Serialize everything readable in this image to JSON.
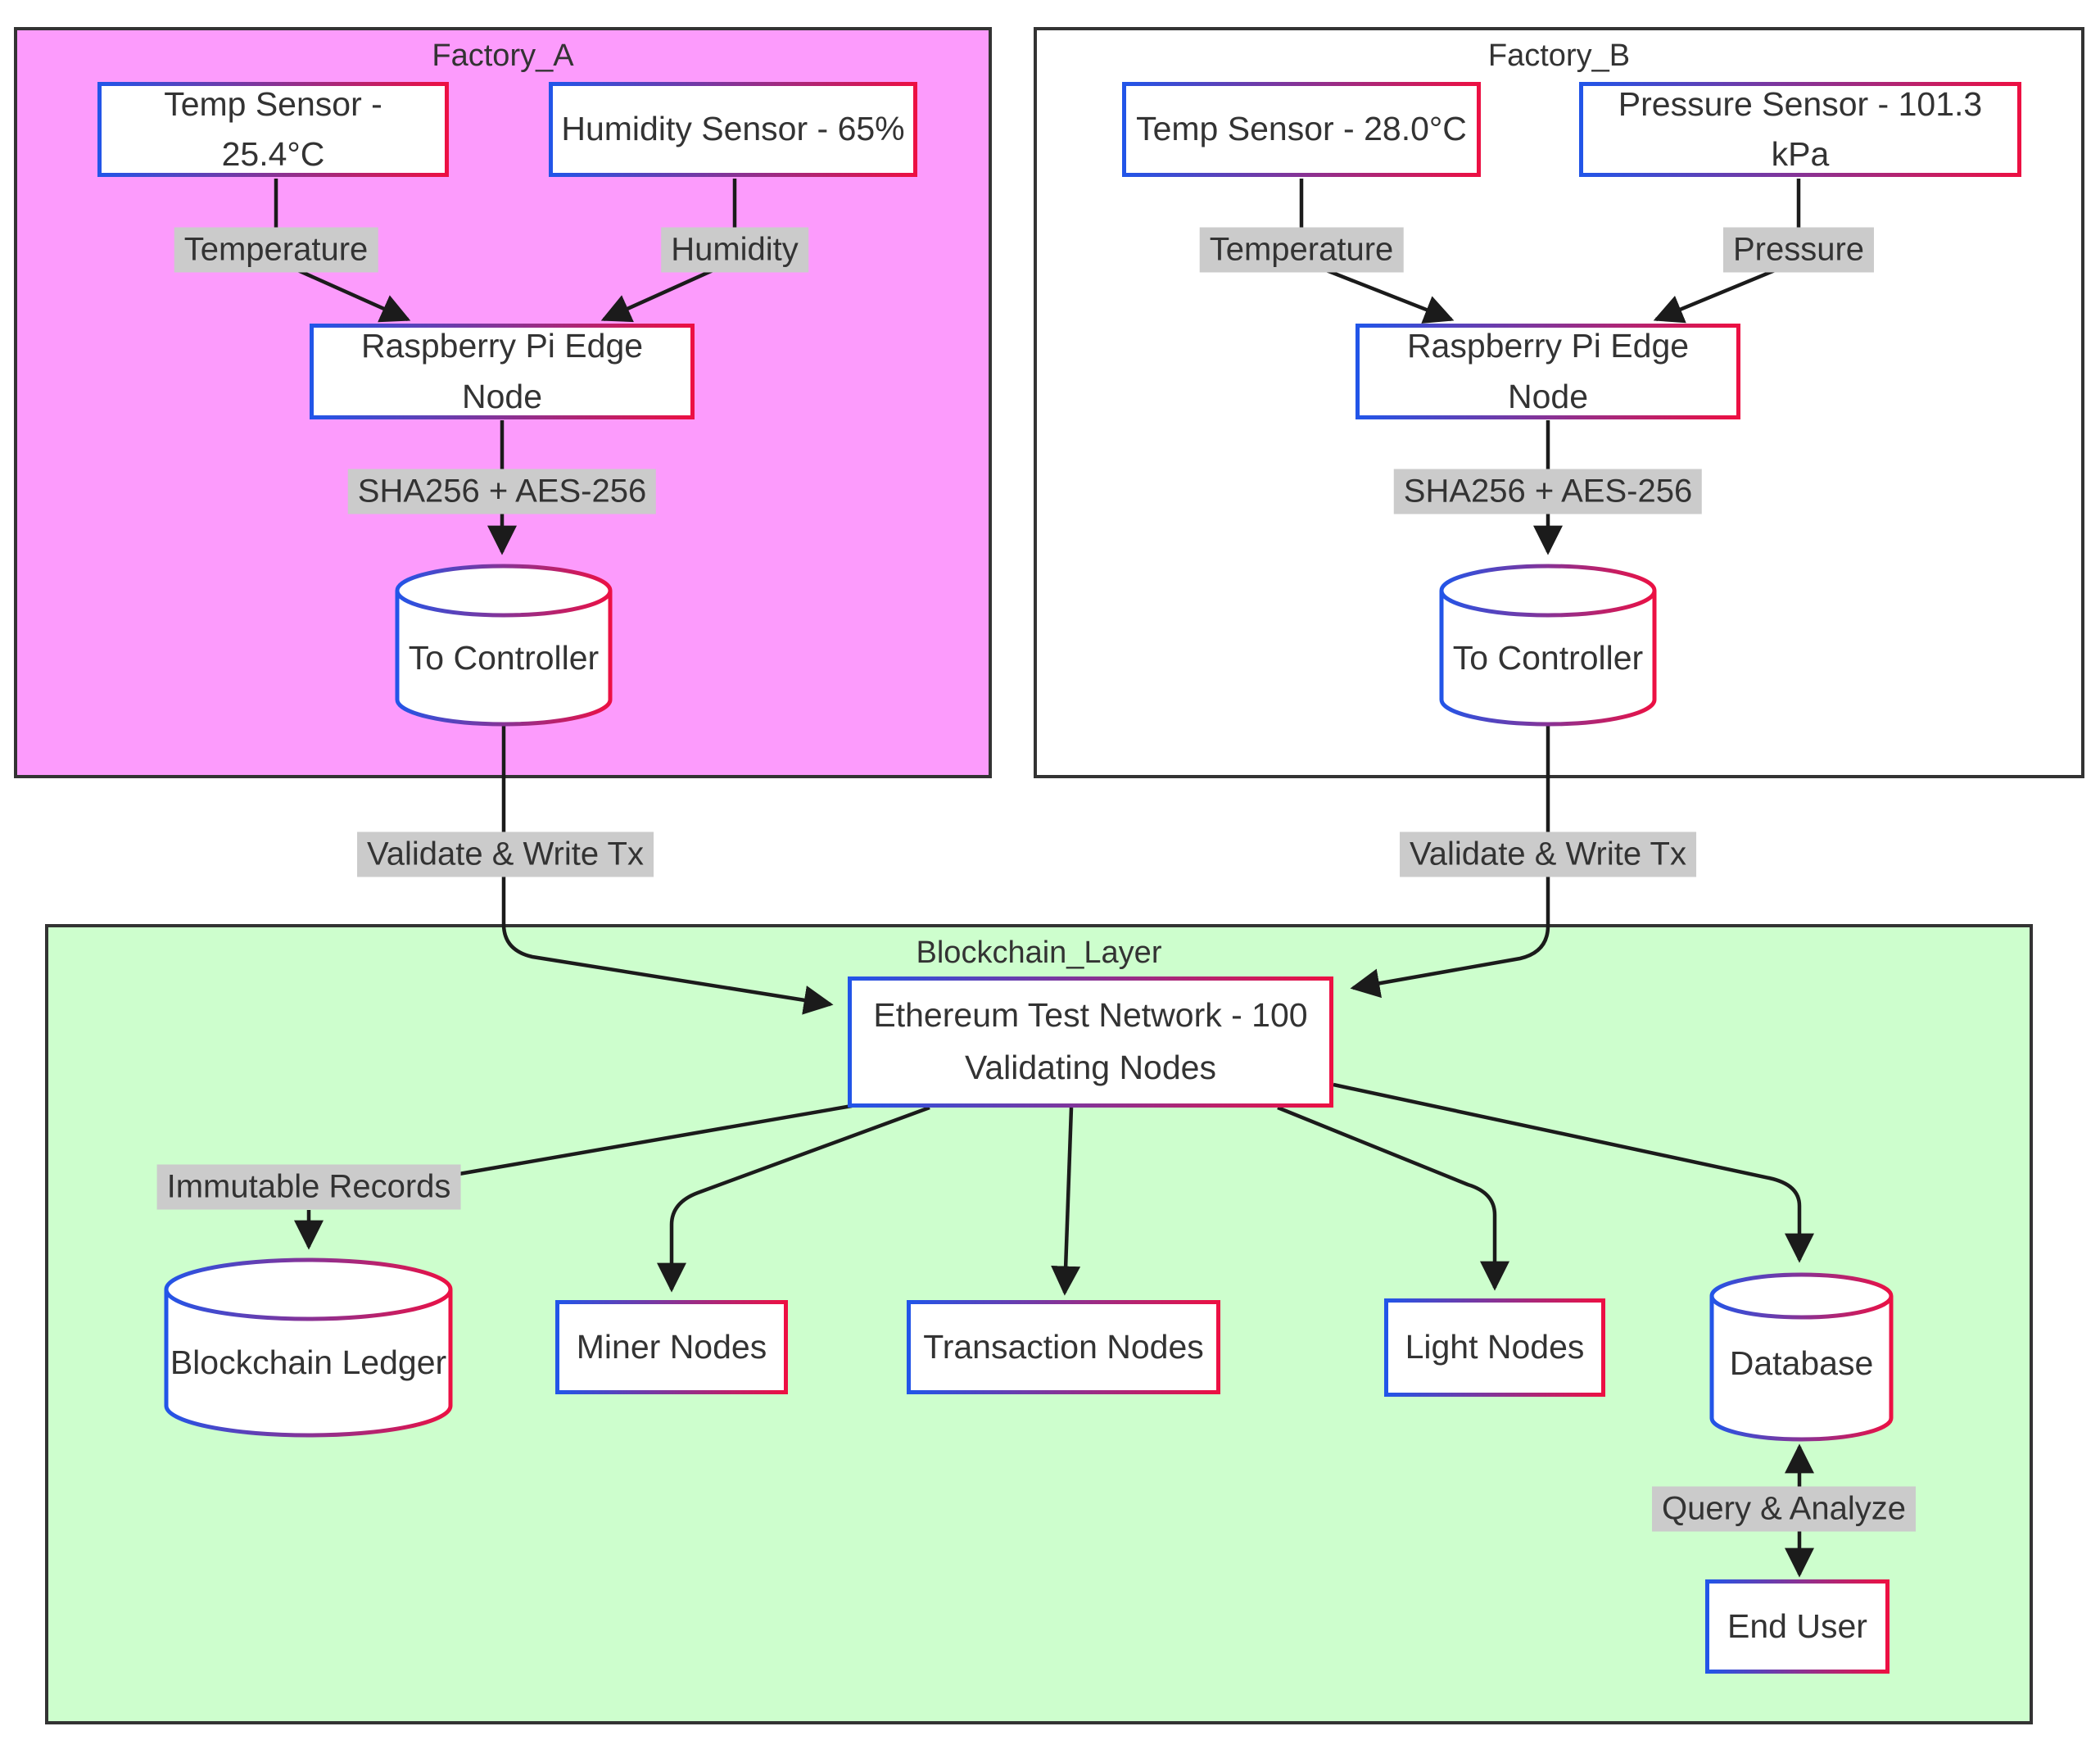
{
  "colors": {
    "factory_a_bg": "#fc9bfc",
    "factory_b_bg": "#ffffff",
    "blockchain_bg": "#cdfecd",
    "label_bg": "#cbcbcb",
    "gradient_start": "#2255e8",
    "gradient_end": "#ec1043",
    "line_color": "#1b1b1b",
    "group_border": "#333333",
    "text_color": "#333333"
  },
  "factory_a": {
    "title": "Factory_A",
    "nodes": {
      "temp_sensor": "Temp Sensor - 25.4°C",
      "humidity_sensor": "Humidity Sensor - 65%",
      "edge_node": "Raspberry Pi Edge Node",
      "controller": "To Controller"
    },
    "edge_labels": {
      "temperature": "Temperature",
      "humidity": "Humidity",
      "encryption": "SHA256 + AES-256",
      "validate": "Validate & Write Tx"
    }
  },
  "factory_b": {
    "title": "Factory_B",
    "nodes": {
      "temp_sensor": "Temp Sensor - 28.0°C",
      "pressure_sensor": "Pressure Sensor - 101.3 kPa",
      "edge_node": "Raspberry Pi Edge Node",
      "controller": "To Controller"
    },
    "edge_labels": {
      "temperature": "Temperature",
      "pressure": "Pressure",
      "encryption": "SHA256 + AES-256",
      "validate": "Validate & Write Tx"
    }
  },
  "blockchain": {
    "title": "Blockchain_Layer",
    "nodes": {
      "ethereum": "Ethereum Test Network - 100 Validating Nodes",
      "ledger": "Blockchain Ledger",
      "miner": "Miner Nodes",
      "transaction": "Transaction Nodes",
      "light": "Light Nodes",
      "database": "Database",
      "end_user": "End User"
    },
    "edge_labels": {
      "immutable": "Immutable Records",
      "query": "Query & Analyze"
    }
  }
}
